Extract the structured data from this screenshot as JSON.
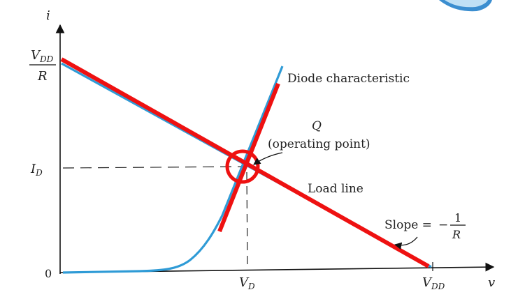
{
  "axes": {
    "y_label": "i",
    "x_label": "v",
    "y_top_numerator": "V",
    "y_top_numerator_sub": "DD",
    "y_top_denominator": "R",
    "y_mid_label": "I",
    "y_mid_sub": "D",
    "origin_label": "0",
    "x_mid_label": "V",
    "x_mid_sub": "D",
    "x_end_label": "V",
    "x_end_sub": "DD"
  },
  "annotations": {
    "diode_characteristic": "Diode characteristic",
    "q_symbol": "Q",
    "operating_point": "(operating point)",
    "load_line": "Load line",
    "slope_prefix": "Slope =",
    "slope_minus": "−",
    "slope_numerator": "1",
    "slope_denominator": "R"
  },
  "colors": {
    "curve_blue": "#2f9bd6",
    "highlight_red": "#ee1111",
    "axis_black": "#111111"
  }
}
